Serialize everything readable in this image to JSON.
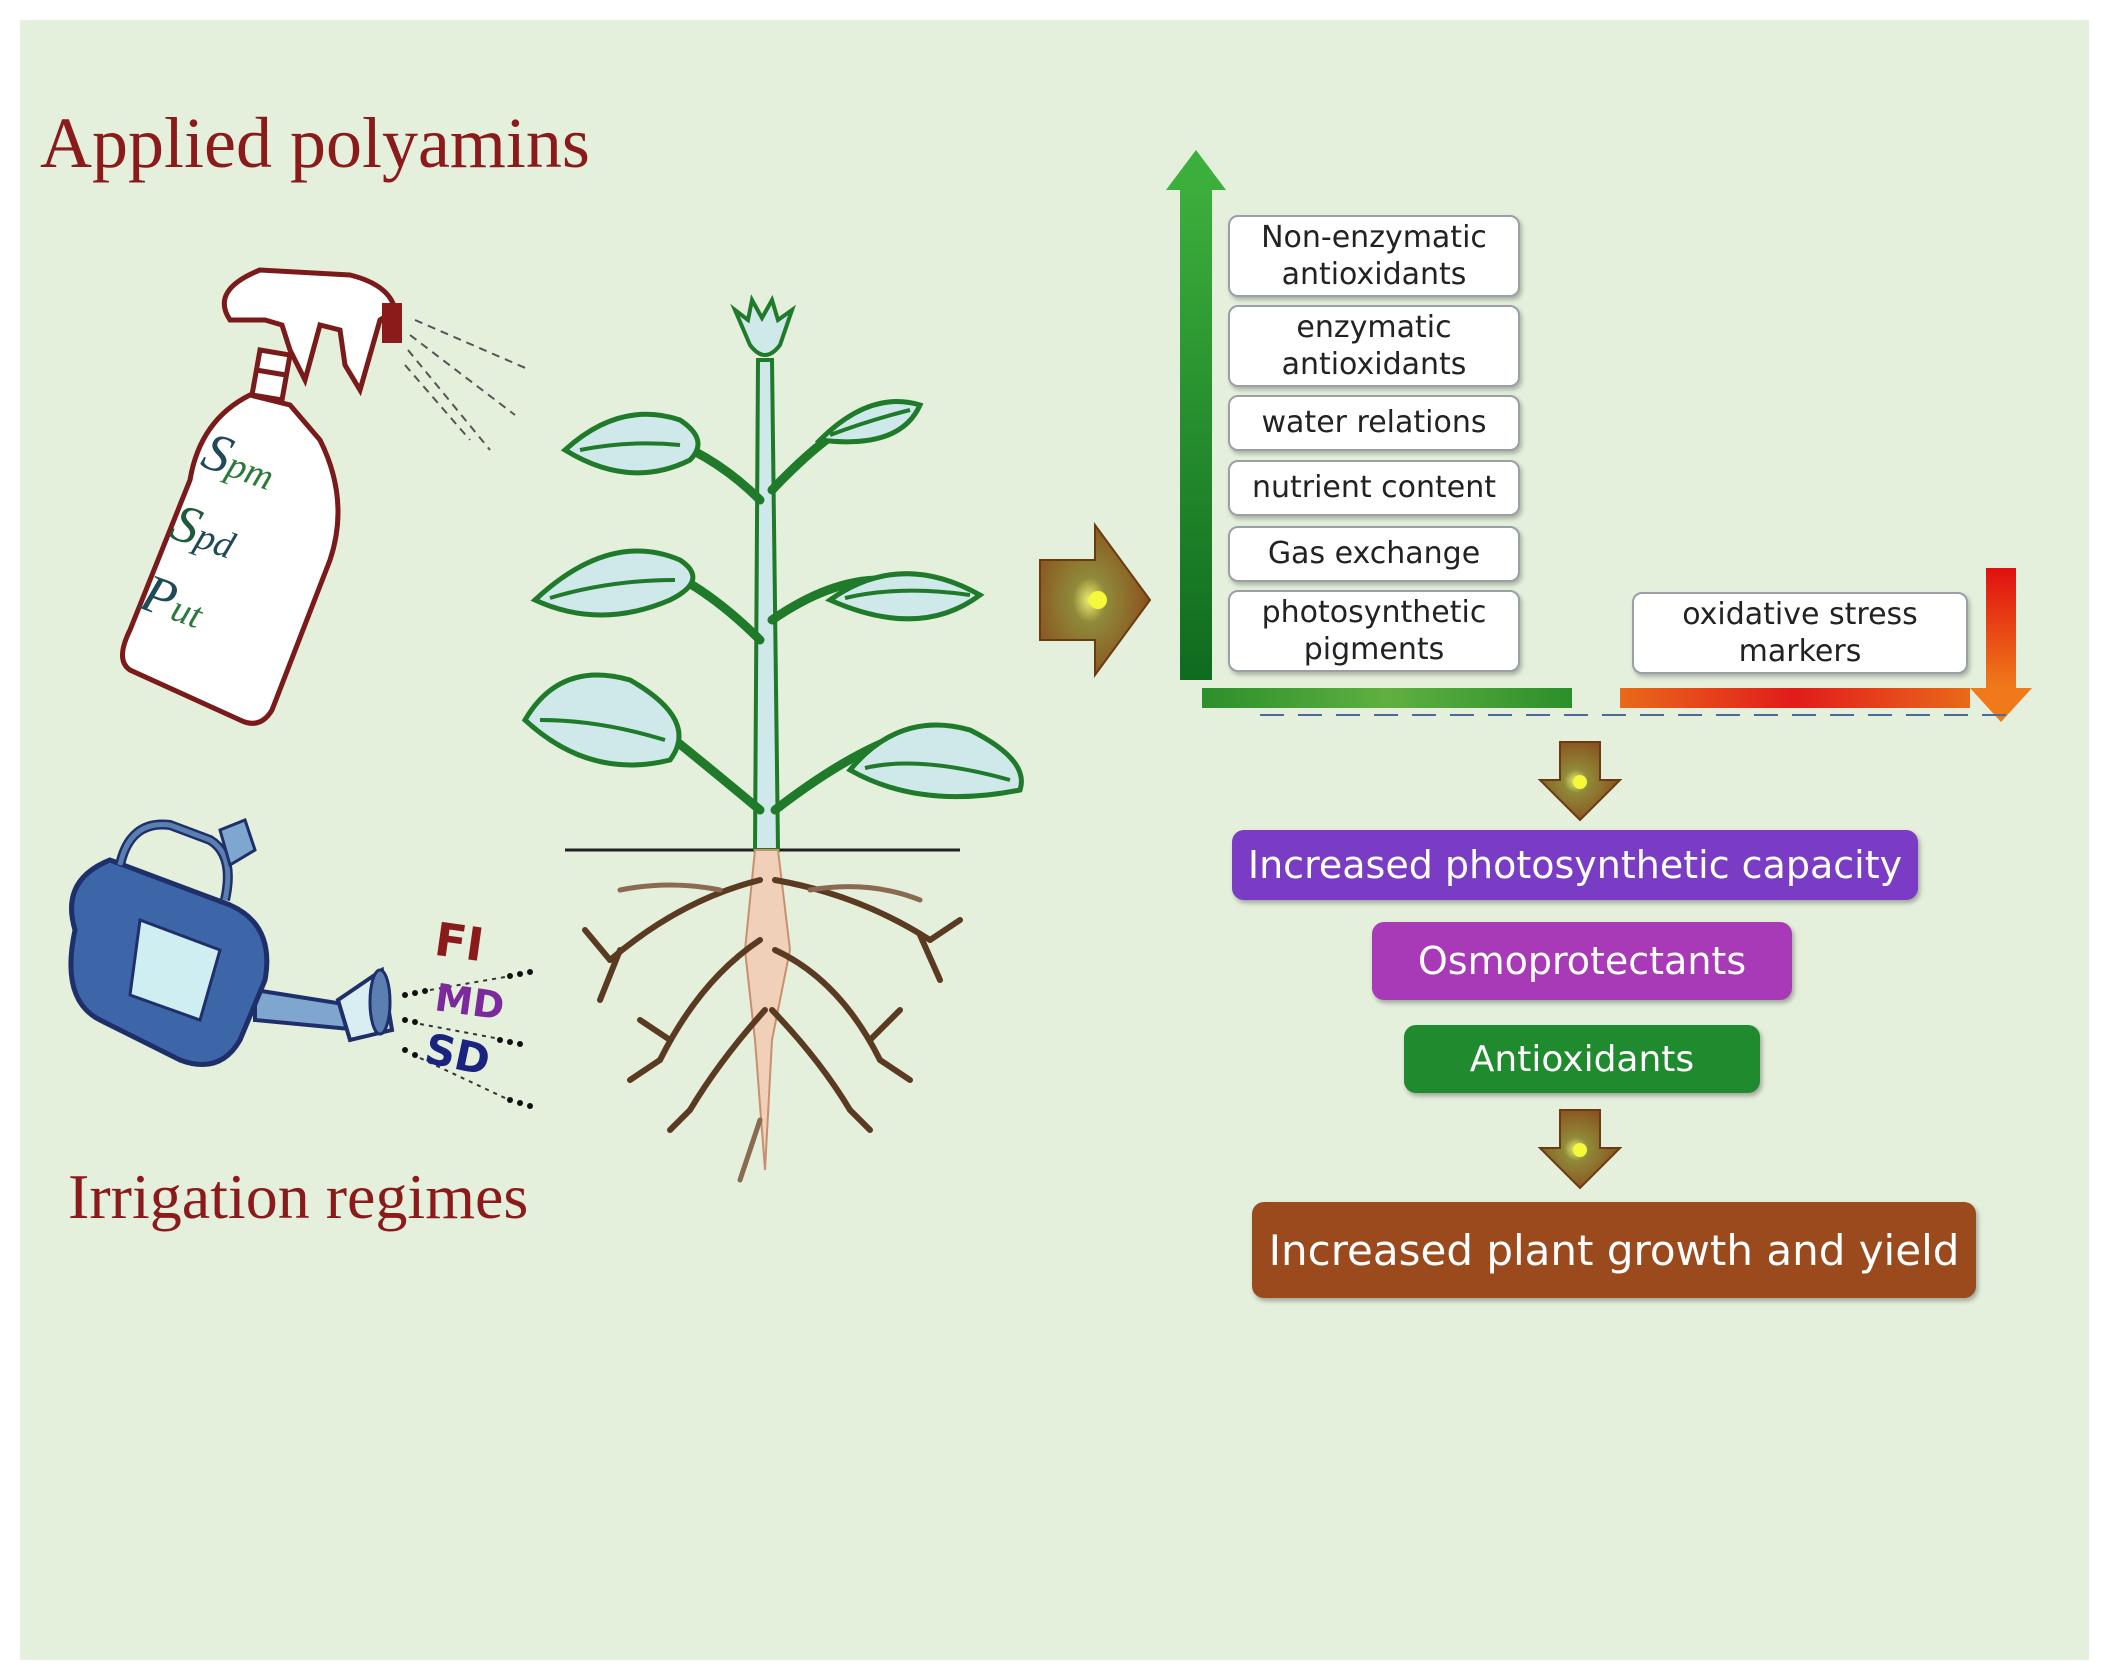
{
  "titles": {
    "applied": "Applied polyamins",
    "irrigation": "Irrigation regimes"
  },
  "bottle": {
    "spm_main": "S",
    "spm_sub": "pm",
    "spd_main": "S",
    "spd_sub": "pd",
    "put_main": "P",
    "put_sub": "ut"
  },
  "regimes": {
    "fi": "FI",
    "md": "MD",
    "sd": "SD"
  },
  "increased_boxes": [
    "Non-enzymatic\nantioxidants",
    "enzymatic\nantioxidants",
    "water relations",
    "nutrient content",
    "Gas exchange",
    "photosynthetic\npigments"
  ],
  "decreased_box": "oxidative stress\nmarkers",
  "outcomes": {
    "photosynthetic": "Increased photosynthetic capacity",
    "osmo": "Osmoprotectants",
    "antioxidants": "Antioxidants",
    "growth": "Increased plant growth and yield"
  },
  "colors": {
    "background": "#e4efdc",
    "title_red": "#8b1a1a",
    "purple": "#7a3cc4",
    "magenta": "#a83ab8",
    "green": "#1f8a2e",
    "brown": "#9a4a1c",
    "fi": "#8b1a1a",
    "md": "#7a2a9a",
    "sd": "#1a237e"
  }
}
